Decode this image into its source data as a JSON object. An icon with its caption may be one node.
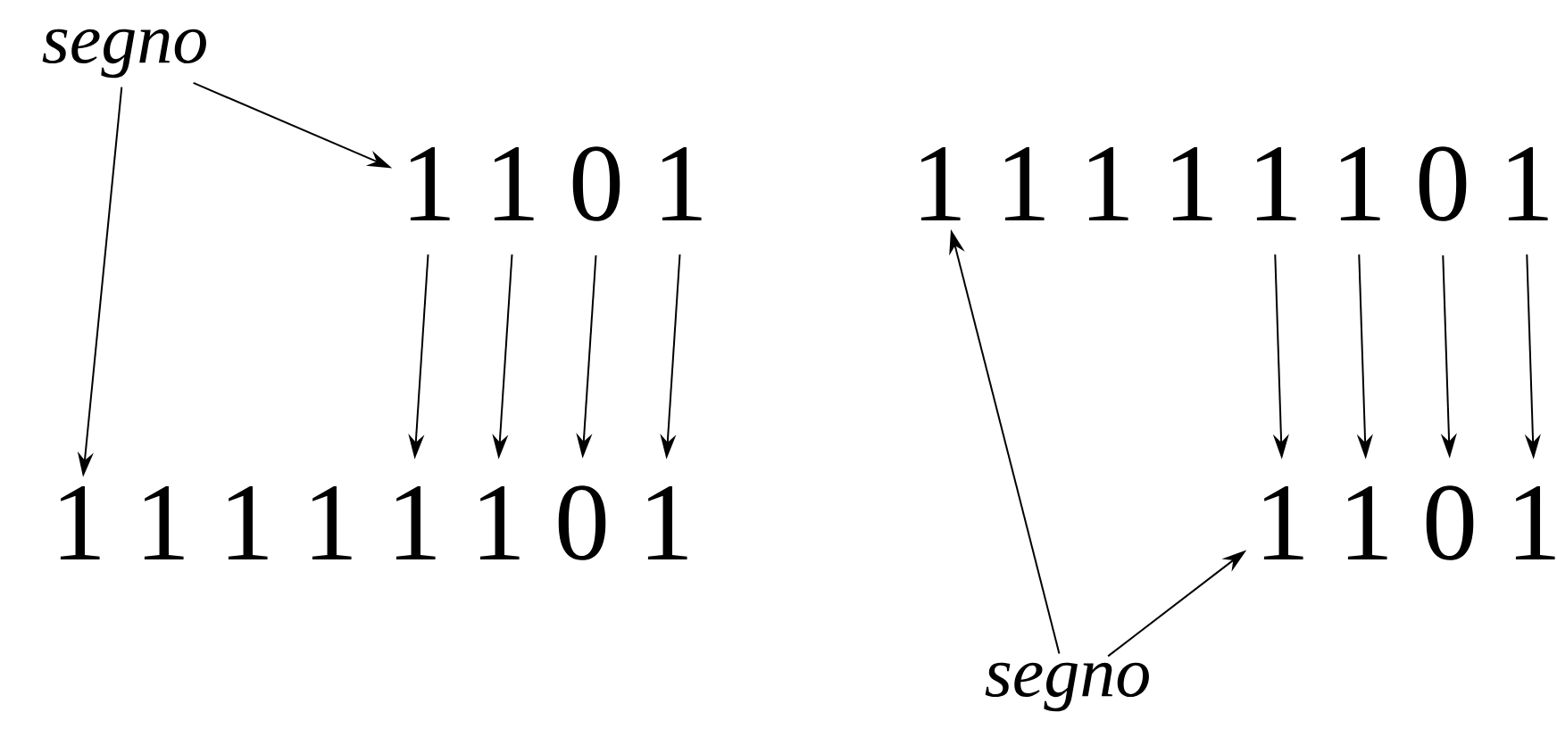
{
  "diagram": {
    "nodes": [
      {
        "text": [
          "segno"
        ]
      },
      {
        "text": [
          "1"
        ]
      },
      {
        "text": [
          "1"
        ]
      },
      {
        "text": [
          "0"
        ]
      },
      {
        "text": [
          "1"
        ]
      },
      {
        "text": [
          "1"
        ]
      },
      {
        "text": [
          "1"
        ]
      },
      {
        "text": [
          "1"
        ]
      },
      {
        "text": [
          "1"
        ]
      },
      {
        "text": [
          "1"
        ]
      },
      {
        "text": [
          "1"
        ]
      },
      {
        "text": [
          "0"
        ]
      },
      {
        "text": [
          "1"
        ]
      },
      {
        "text": [
          "1"
        ]
      },
      {
        "text": [
          "1"
        ]
      },
      {
        "text": [
          "1"
        ]
      },
      {
        "text": [
          "1"
        ]
      },
      {
        "text": [
          "1"
        ]
      },
      {
        "text": [
          "1"
        ]
      },
      {
        "text": [
          "0"
        ]
      },
      {
        "text": [
          "1"
        ]
      },
      {
        "text": [
          "1"
        ]
      },
      {
        "text": [
          "1"
        ]
      },
      {
        "text": [
          "0"
        ]
      },
      {
        "text": [
          "1"
        ]
      },
      {
        "text": [
          "segno"
        ]
      }
    ],
    "edges": [
      {
        "from": 0,
        "to": 1,
        "arrow": "to"
      },
      {
        "from": 0,
        "to": 5,
        "arrow": "to"
      },
      {
        "from": 1,
        "to": 9,
        "arrow": "to"
      },
      {
        "from": 2,
        "to": 10,
        "arrow": "to"
      },
      {
        "from": 3,
        "to": 11,
        "arrow": "to"
      },
      {
        "from": 4,
        "to": 12,
        "arrow": "to"
      },
      {
        "from": 17,
        "to": 21,
        "arrow": "to"
      },
      {
        "from": 18,
        "to": 22,
        "arrow": "to"
      },
      {
        "from": 19,
        "to": 23,
        "arrow": "to"
      },
      {
        "from": 20,
        "to": 24,
        "arrow": "to"
      },
      {
        "from": 25,
        "to": 13,
        "arrow": "to"
      },
      {
        "from": 25,
        "to": 21,
        "arrow": "to"
      }
    ]
  }
}
